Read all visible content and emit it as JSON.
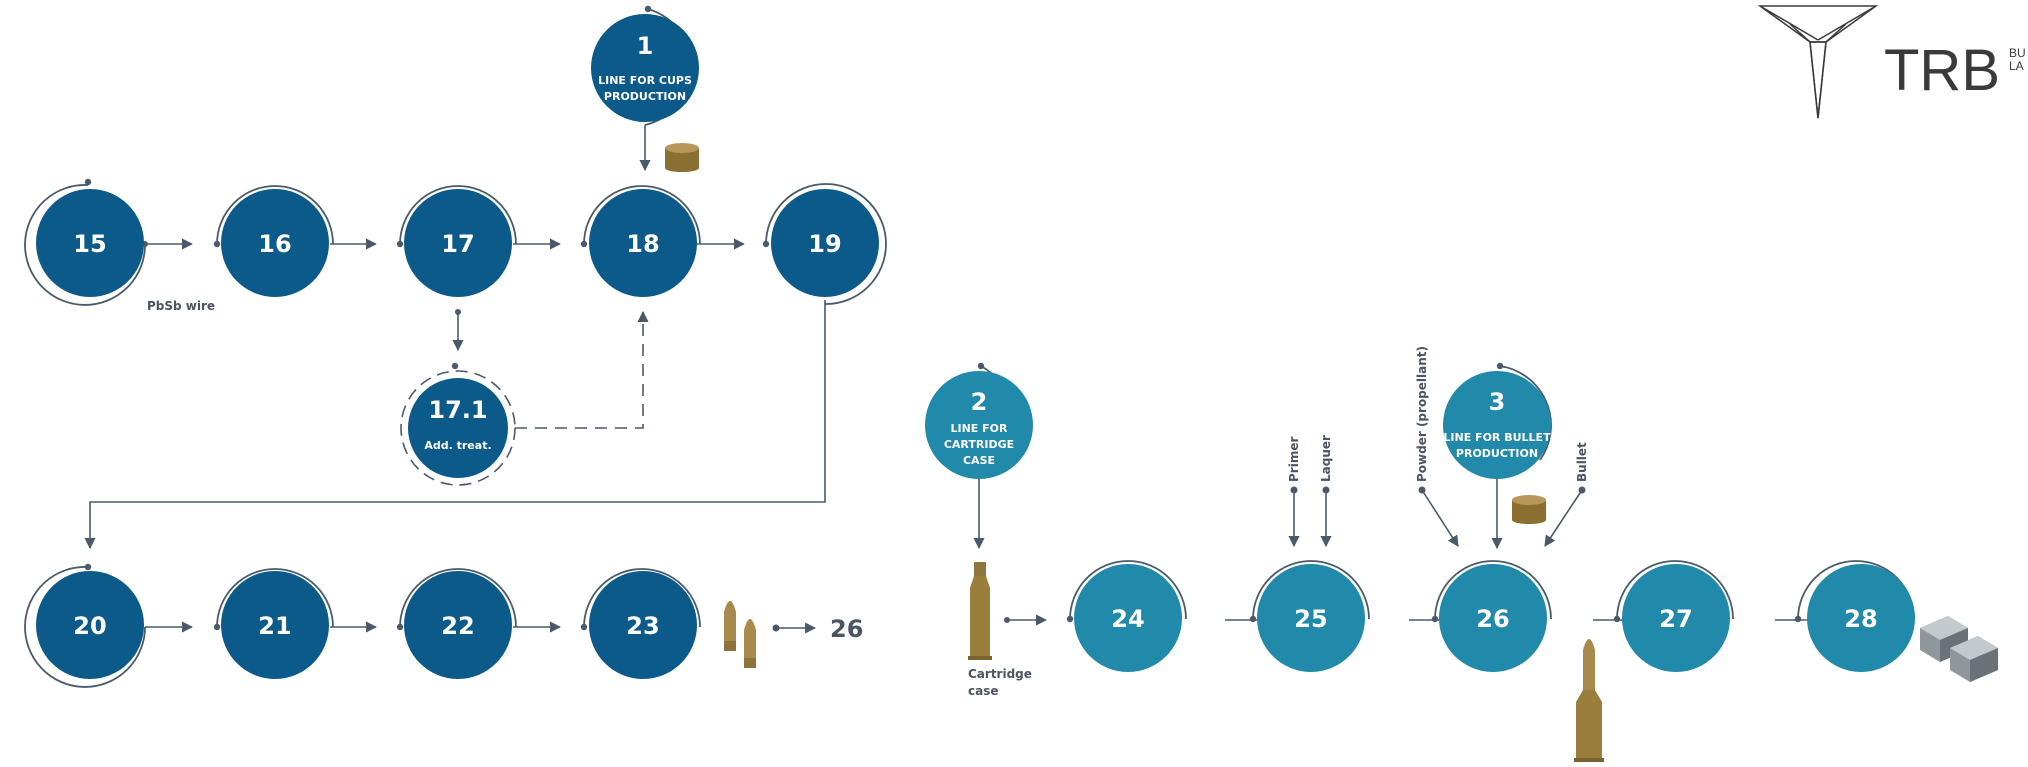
{
  "logo": {
    "text": "TRB",
    "tagline_1": "BU",
    "tagline_2": "LA"
  },
  "colors": {
    "dark_node": "#0b5a8a",
    "light_node": "#2189a9",
    "arrow": "#4a5a6b",
    "brass": "#9a7e3c"
  },
  "nodes": {
    "n1": {
      "num": "1",
      "line1": "LINE FOR CUPS",
      "line2": "PRODUCTION"
    },
    "n2": {
      "num": "2",
      "line1": "LINE FOR",
      "line2": "CARTRIDGE",
      "line3": "CASE"
    },
    "n3": {
      "num": "3",
      "line1": "LINE FOR BULLET",
      "line2": "PRODUCTION"
    },
    "n15": {
      "num": "15"
    },
    "n16": {
      "num": "16"
    },
    "n17": {
      "num": "17"
    },
    "n17_1": {
      "num": "17.1",
      "sub": "Add. treat."
    },
    "n18": {
      "num": "18"
    },
    "n19": {
      "num": "19"
    },
    "n20": {
      "num": "20"
    },
    "n21": {
      "num": "21"
    },
    "n22": {
      "num": "22"
    },
    "n23": {
      "num": "23"
    },
    "n24": {
      "num": "24"
    },
    "n25": {
      "num": "25"
    },
    "n26": {
      "num": "26"
    },
    "n27": {
      "num": "27"
    },
    "n28": {
      "num": "28"
    }
  },
  "labels": {
    "pbsb_wire": "PbSb wire",
    "goto_26": "26",
    "cartridge_line1": "Cartridge",
    "cartridge_line2": "case",
    "primer": "Primer",
    "laquer": "Laquer",
    "powder": "Powder (propellant)",
    "bullet": "Bullet"
  }
}
